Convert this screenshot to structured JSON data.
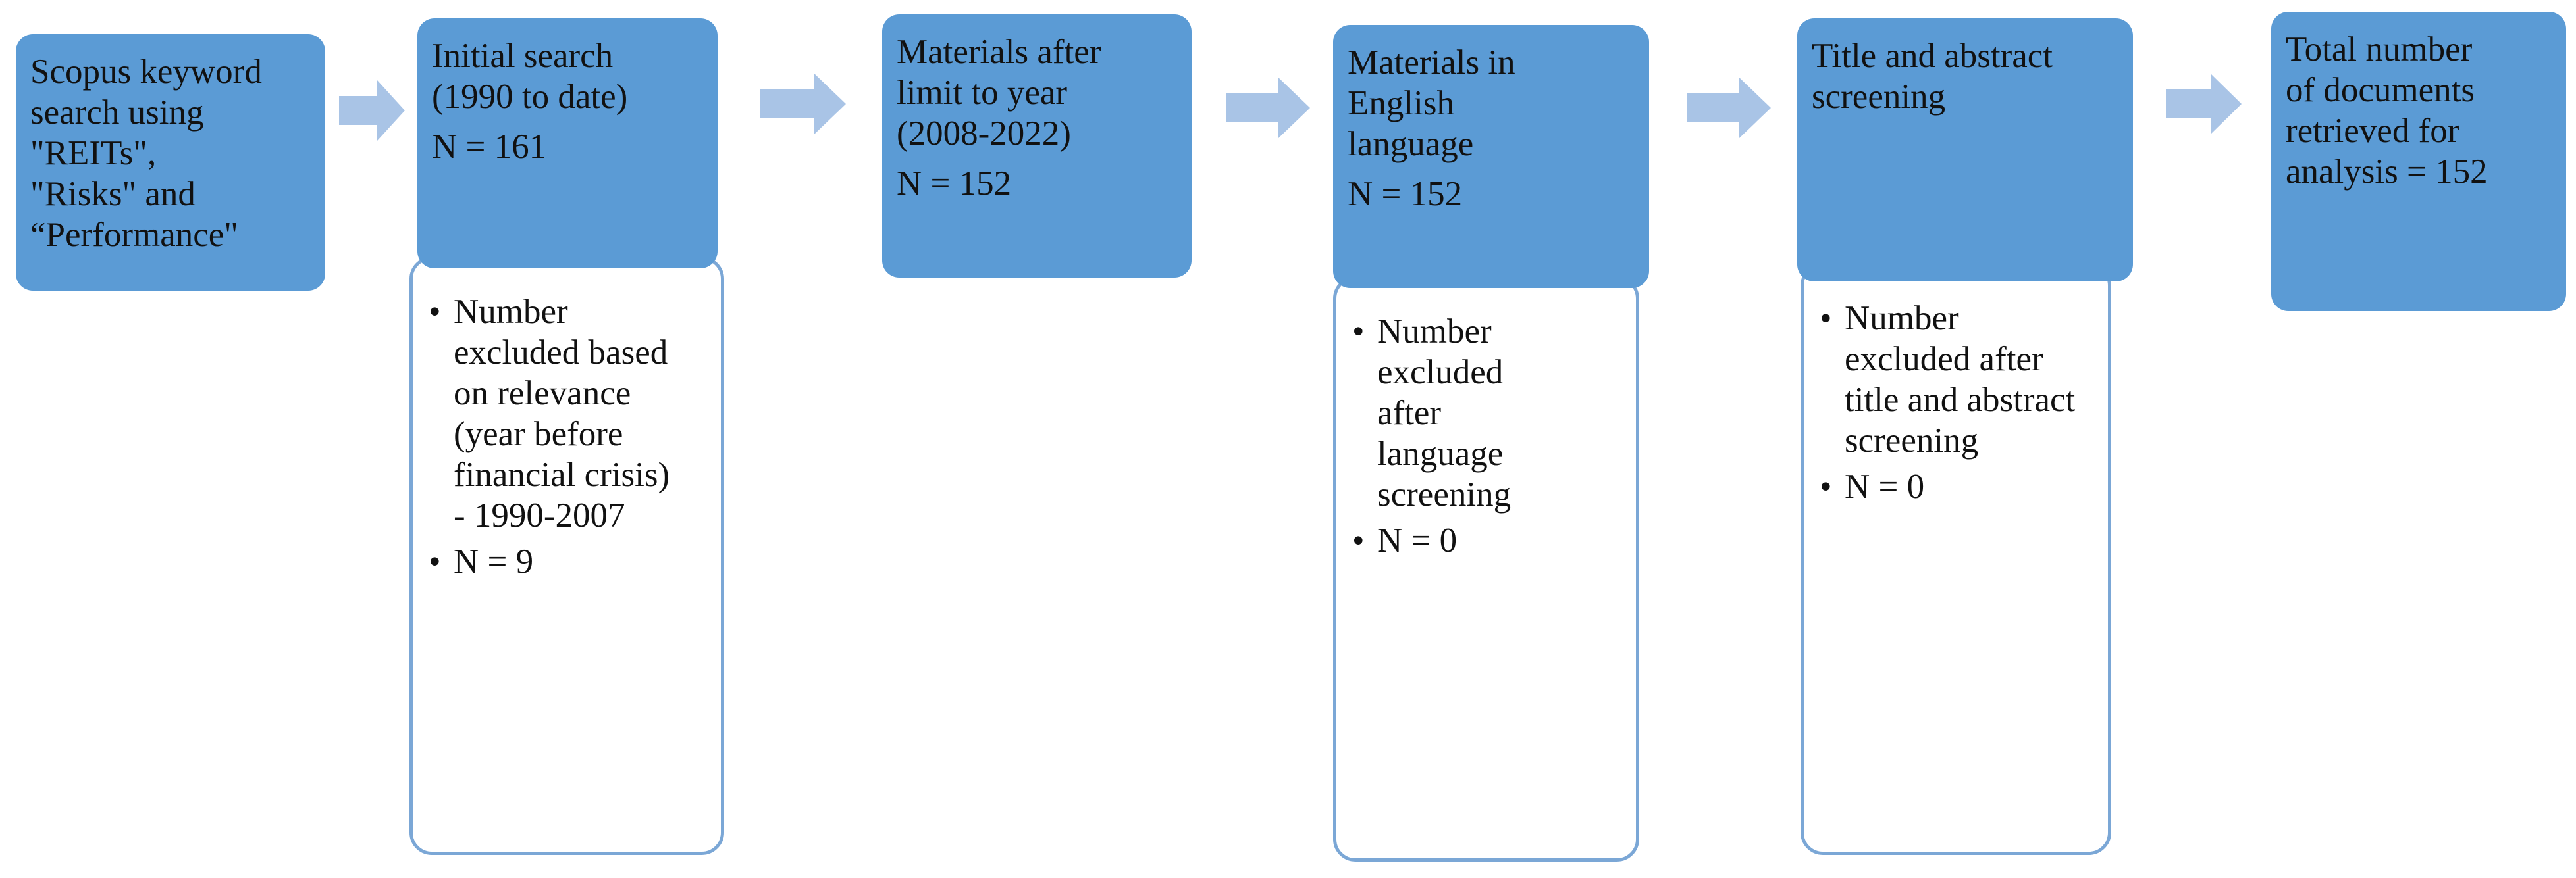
{
  "colors": {
    "box_fill": "#5b9bd5",
    "sub_border": "#7ba7d6",
    "arrow": "#a9c4e6"
  },
  "steps": [
    {
      "lines": [
        "Scopus keyword",
        "search using",
        "\"REITs\",",
        "\"Risks\" and",
        "“Performance\""
      ]
    },
    {
      "lines": [
        "Initial search",
        "(1990 to date)"
      ],
      "count": "N = 161",
      "excluded": [
        "Number excluded based on relevance (year before financial crisis) - 1990-2007",
        "N = 9"
      ]
    },
    {
      "lines": [
        "Materials after",
        "limit to year",
        "(2008-2022)"
      ],
      "count": "N = 152"
    },
    {
      "lines": [
        "Materials in",
        "English",
        "language"
      ],
      "count": "N = 152",
      "excluded": [
        "Number excluded after language screening",
        "N = 0"
      ]
    },
    {
      "lines": [
        "Title and abstract",
        "screening"
      ],
      "excluded": [
        "Number excluded after title and abstract screening",
        "N = 0"
      ]
    },
    {
      "lines": [
        "Total number",
        "of documents",
        "retrieved for",
        "analysis = 152"
      ]
    }
  ]
}
